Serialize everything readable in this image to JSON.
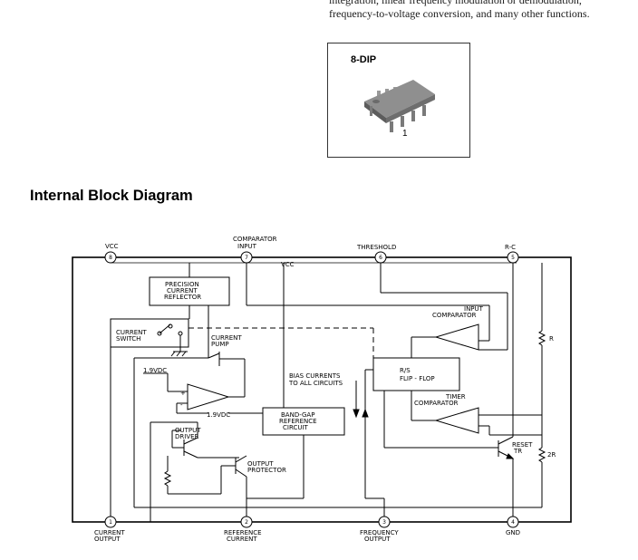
{
  "intro": {
    "line1": "integration, linear frequency modulation or demodulation,",
    "line2": "frequency-to-voltage conversion, and many other functions."
  },
  "package": {
    "label": "8-DIP",
    "pin1": "1"
  },
  "section": {
    "title": "Internal Block Diagram"
  },
  "diagram": {
    "top_pins": {
      "vcc": {
        "label": "VCC",
        "num": "8"
      },
      "comparator_input": {
        "label1": "COMPARATOR",
        "label2": "INPUT",
        "num": "7"
      },
      "threshold": {
        "label": "THRESHOLD",
        "num": "6"
      },
      "rc": {
        "label": "R-C",
        "num": "5"
      }
    },
    "bottom_pins": {
      "current_output": {
        "label1": "CURRENT",
        "label2": "OUTPUT",
        "num": "1"
      },
      "reference_current": {
        "label1": "REFERENCE",
        "label2": "CURRENT",
        "num": "2"
      },
      "frequency_output": {
        "label1": "FREQUENCY",
        "label2": "OUTPUT",
        "num": "3"
      },
      "gnd": {
        "label": "GND",
        "num": "4"
      }
    },
    "blocks": {
      "reflector": [
        "PRECISION",
        "CURRENT",
        "REFLECTOR"
      ],
      "switch": [
        "CURRENT",
        "SWITCH"
      ],
      "pump": [
        "CURRENT",
        "PUMP"
      ],
      "bandgap": [
        "BAND-GAP",
        "REFERENCE",
        "CIRCUIT"
      ],
      "flipflop": [
        "R/S",
        "FLIP - FLOP"
      ],
      "input_comparator": [
        "INPUT",
        "COMPARATOR"
      ],
      "timer_comparator": [
        "TIMER",
        "COMPARATOR"
      ],
      "bias": [
        "BIAS CURRENTS",
        "TO ALL CIRCUITS"
      ],
      "output_driver": [
        "OUTPUT",
        "DRIVER"
      ],
      "output_protector": [
        "OUTPUT",
        "PROTECTOR"
      ],
      "reset": [
        "RESET",
        "TR"
      ]
    },
    "labels": {
      "vcc_inner": "VCC",
      "v19_top": "1.9VDC",
      "v19_bottom": "1.9VDC",
      "r": "R",
      "r2": "2R",
      "plus": "+",
      "minus": "-"
    }
  }
}
